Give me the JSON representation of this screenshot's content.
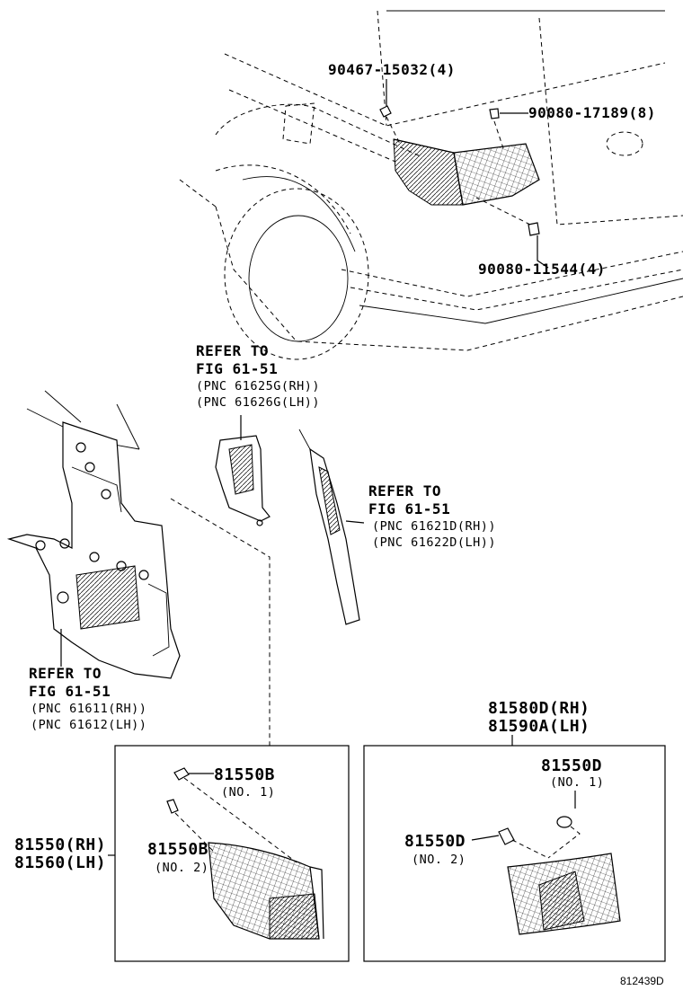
{
  "labels": {
    "bolt_a": "90467-15032(4)",
    "nut_a": "90080-17189(8)",
    "nut_b": "90080-11544(4)",
    "ref_top_1": "REFER TO",
    "ref_top_2": "FIG 61-51",
    "ref_top_3": "(PNC 61625G(RH))",
    "ref_top_4": "(PNC 61626G(LH))",
    "ref_right_1": "REFER TO",
    "ref_right_2": "FIG 61-51",
    "ref_right_3": "(PNC 61621D(RH))",
    "ref_right_4": "(PNC 61622D(LH))",
    "ref_left_1": "REFER TO",
    "ref_left_2": "FIG 61-51",
    "ref_left_3": "(PNC 61611(RH))",
    "ref_left_4": "(PNC 61612(LH))",
    "lamp_assy_rh": "81550(RH)",
    "lamp_assy_lh": "81560(LH)",
    "bulb_b1": "81550B",
    "bulb_b1_no": "(NO. 1)",
    "bulb_b2": "81550B",
    "bulb_b2_no": "(NO. 2)",
    "lens_rh": "81580D(RH)",
    "lens_lh": "81590A(LH)",
    "bulb_d1": "81550D",
    "bulb_d1_no": "(NO. 1)",
    "bulb_d2": "81550D",
    "bulb_d2_no": "(NO. 2)",
    "figure_ref": "812439D"
  }
}
